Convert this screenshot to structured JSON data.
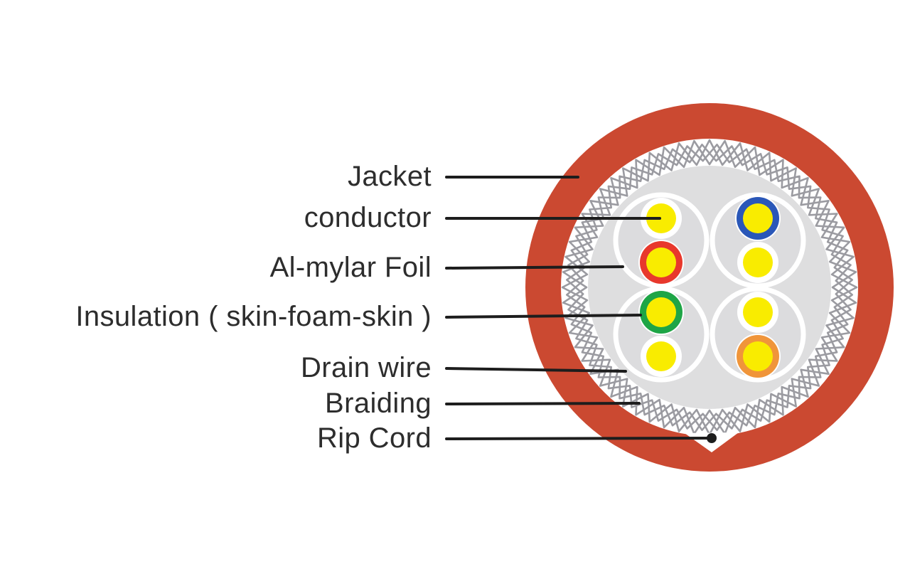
{
  "diagram": {
    "name": "cable-cross-section",
    "callouts": [
      {
        "id": "jacket",
        "text": "Jacket"
      },
      {
        "id": "conductor",
        "text": "conductor"
      },
      {
        "id": "foil",
        "text": "Al-mylar Foil"
      },
      {
        "id": "insulation",
        "text": "Insulation ( skin-foam-skin )"
      },
      {
        "id": "drain",
        "text": "Drain wire"
      },
      {
        "id": "braiding",
        "text": "Braiding"
      },
      {
        "id": "ripcord",
        "text": "Rip Cord"
      }
    ],
    "pairs": [
      "top-left",
      "top-right",
      "bottom-left",
      "bottom-right"
    ],
    "wires": [
      {
        "pair": "top-left",
        "slot": "top",
        "ring_color": null
      },
      {
        "pair": "top-left",
        "slot": "bottom",
        "ring_color": "#e8382c"
      },
      {
        "pair": "top-right",
        "slot": "top",
        "ring_color": "#2a57b8"
      },
      {
        "pair": "top-right",
        "slot": "bottom",
        "ring_color": null
      },
      {
        "pair": "bottom-left",
        "slot": "top",
        "ring_color": "#1ea546"
      },
      {
        "pair": "bottom-left",
        "slot": "bottom",
        "ring_color": null
      },
      {
        "pair": "bottom-right",
        "slot": "top",
        "ring_color": null
      },
      {
        "pair": "bottom-right",
        "slot": "bottom",
        "ring_color": "#f0953a"
      }
    ],
    "colors": {
      "jacket": "#cb4931",
      "braid_bg": "#ffffff",
      "braid_strand": "#9b9ba1",
      "foil": "#dededf",
      "pair_fill": "#dcdcde",
      "pair_outline": "#ffffff",
      "insulation_white": "#ffffff",
      "conductor_yellow": "#f9ec00",
      "rip_cord_dot": "#1d1d1d",
      "leader_line": "#1d1d1d",
      "label_text": "#2d2d2d",
      "page_background": "#ffffff"
    }
  }
}
